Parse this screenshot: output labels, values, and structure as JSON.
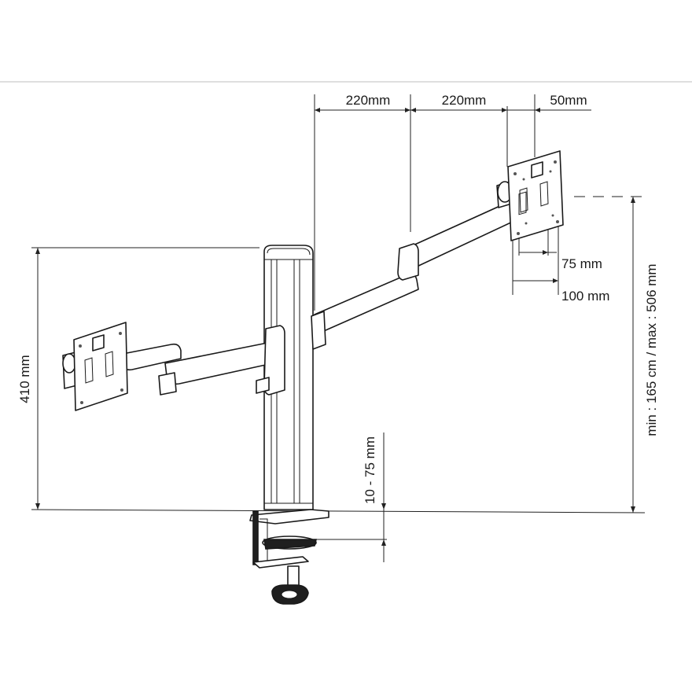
{
  "labels": {
    "arm1_width": "220mm",
    "arm2_width": "220mm",
    "plate_offset": "50mm",
    "vesa_small": "75 mm",
    "vesa_large": "100 mm",
    "height_range": "min : 165 cm / max : 506 mm",
    "left_height": "410 mm",
    "desk_thickness": "10 - 75 mm"
  },
  "colors": {
    "line": "#1a1a1a",
    "background": "#ffffff",
    "top_rule": "#cccccc"
  }
}
